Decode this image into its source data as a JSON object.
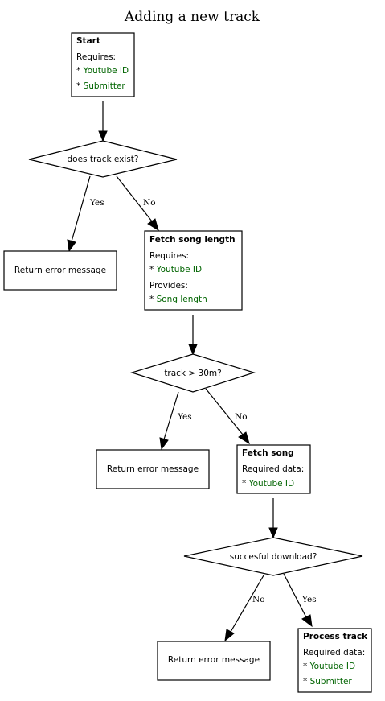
{
  "title": "Adding a new track",
  "nodes": {
    "start": {
      "header": "Start",
      "line1": "Requires:",
      "item1_prefix": "* ",
      "item1": "Youtube ID",
      "item2_prefix": "* ",
      "item2": "Submitter"
    },
    "exists": {
      "label": "does track exist?"
    },
    "error1": {
      "label": "Return error message"
    },
    "fetch_len": {
      "header": "Fetch song length",
      "line1": "Requires:",
      "item1_prefix": "* ",
      "item1": "Youtube ID",
      "line2": "Provides:",
      "item2_prefix": "* ",
      "item2": "Song length"
    },
    "length": {
      "label": "track > 30m?"
    },
    "error2": {
      "label": "Return error message"
    },
    "fetch_song": {
      "header": "Fetch song",
      "line1": "Required data:",
      "item1_prefix": "* ",
      "item1": "Youtube ID"
    },
    "download": {
      "label": "succesful download?"
    },
    "error3": {
      "label": "Return error message"
    },
    "process": {
      "header": "Process track",
      "line1": "Required data:",
      "item1_prefix": "* ",
      "item1": "Youtube ID",
      "item2_prefix": "* ",
      "item2": "Submitter"
    }
  },
  "edges": {
    "e1_yes": "Yes",
    "e1_no": "No",
    "e2_yes": "Yes",
    "e2_no": "No",
    "e3_no": "No",
    "e3_yes": "Yes"
  },
  "colors": {
    "field": "#006400",
    "stroke": "#000000"
  }
}
